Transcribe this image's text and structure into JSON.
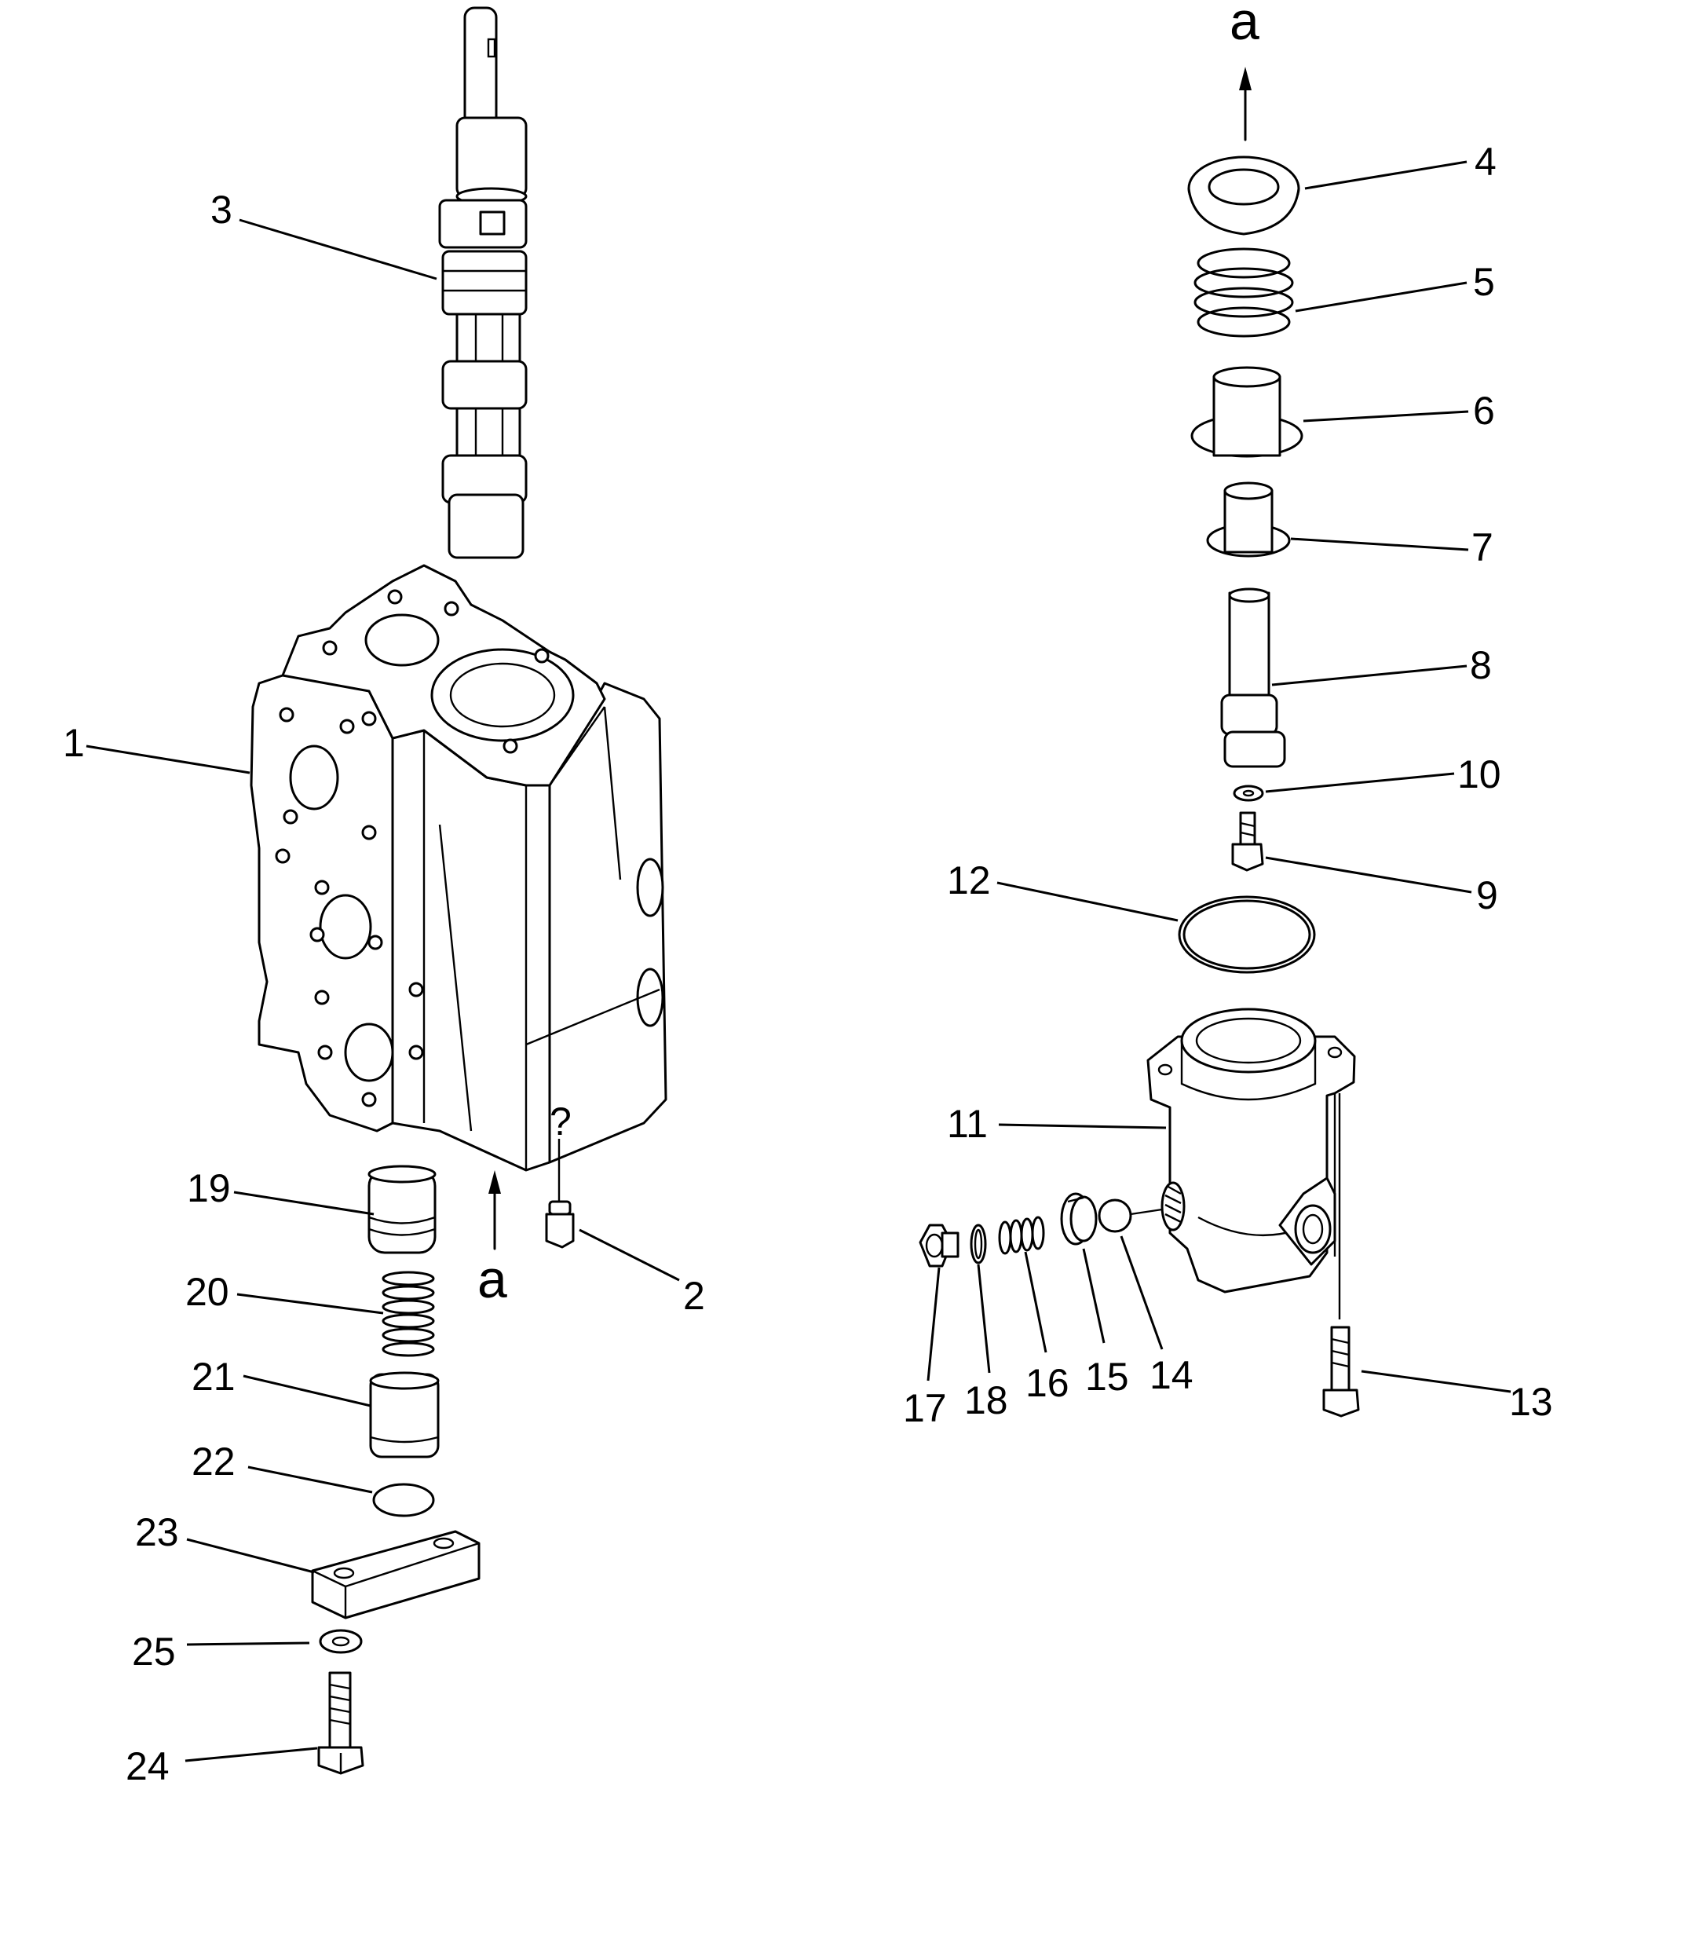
{
  "parts": [
    {
      "id": "part-1",
      "label": "1"
    },
    {
      "id": "part-2",
      "label": "2"
    },
    {
      "id": "part-3",
      "label": "3"
    },
    {
      "id": "part-4",
      "label": "4"
    },
    {
      "id": "part-5",
      "label": "5"
    },
    {
      "id": "part-6",
      "label": "6"
    },
    {
      "id": "part-7",
      "label": "7"
    },
    {
      "id": "part-8",
      "label": "8"
    },
    {
      "id": "part-9",
      "label": "9"
    },
    {
      "id": "part-10",
      "label": "10"
    },
    {
      "id": "part-11",
      "label": "11"
    },
    {
      "id": "part-12",
      "label": "12"
    },
    {
      "id": "part-13",
      "label": "13"
    },
    {
      "id": "part-14",
      "label": "14"
    },
    {
      "id": "part-15",
      "label": "15"
    },
    {
      "id": "part-16",
      "label": "16"
    },
    {
      "id": "part-17",
      "label": "17"
    },
    {
      "id": "part-18",
      "label": "18"
    },
    {
      "id": "part-19",
      "label": "19"
    },
    {
      "id": "part-20",
      "label": "20"
    },
    {
      "id": "part-21",
      "label": "21"
    },
    {
      "id": "part-22",
      "label": "22"
    },
    {
      "id": "part-23",
      "label": "23"
    },
    {
      "id": "part-24",
      "label": "24"
    },
    {
      "id": "part-25",
      "label": "25"
    }
  ],
  "connector": {
    "label": "a"
  }
}
